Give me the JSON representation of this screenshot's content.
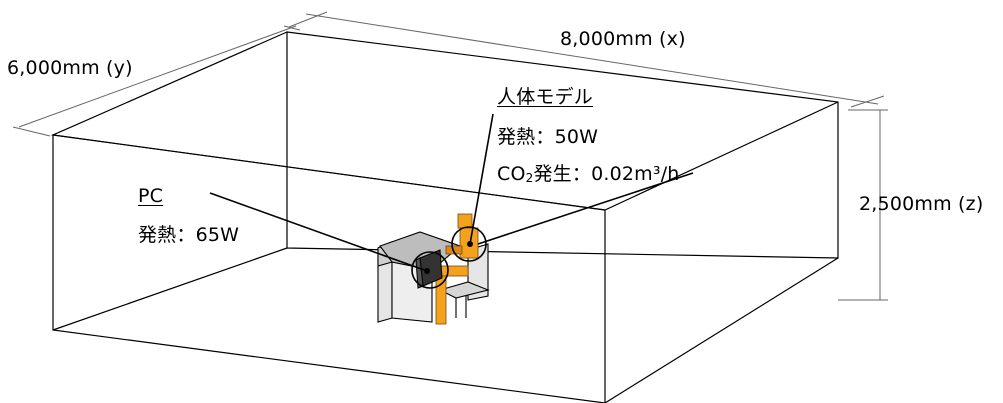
{
  "dimensions": {
    "x_label": "8,000mm (x)",
    "y_label": "6,000mm (y)",
    "z_label": "2,500mm (z)"
  },
  "human_model": {
    "title": "人体モデル",
    "heat": "発熱：50W",
    "co2_prefix": "CO",
    "co2_sub": "2",
    "co2_rest": "発生：0.02m³/h"
  },
  "pc": {
    "title": "PC",
    "heat": "発熱：65W"
  },
  "colors": {
    "line": "#000000",
    "dim_line": "#666666",
    "desk_fill": "#e6e6e6",
    "desk_top": "#bdbdbd",
    "monitor": "#333333",
    "human": "#f4a21e",
    "human_dark": "#d9871a"
  }
}
